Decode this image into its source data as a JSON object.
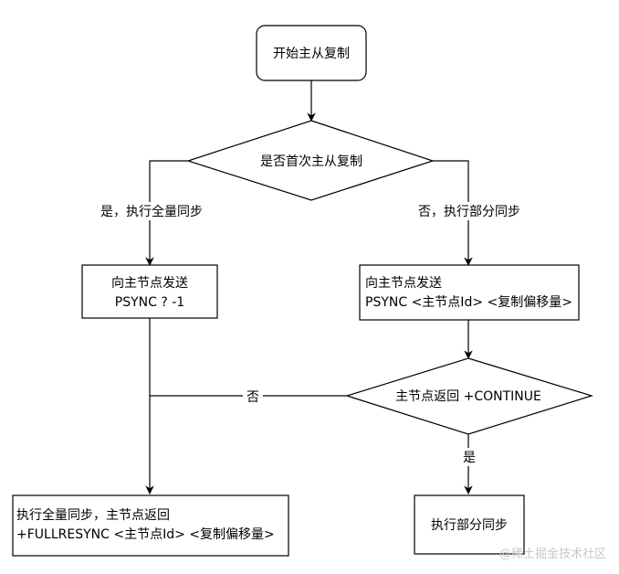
{
  "nodes": {
    "start": "开始主从复制",
    "decision_first": "是否首次主从复制",
    "send_full": [
      "向主节点发送",
      "PSYNC ? -1"
    ],
    "send_partial": [
      "向主节点发送",
      "PSYNC <主节点Id> <复制偏移量>"
    ],
    "decision_continue": "主节点返回 +CONTINUE",
    "full_sync": [
      "执行全量同步，主节点返回",
      "+FULLRESYNC <主节点Id> <复制偏移量>"
    ],
    "partial_sync": "执行部分同步"
  },
  "edges": {
    "yes_full": "是，执行全量同步",
    "no_partial": "否，执行部分同步",
    "no": "否",
    "yes": "是"
  },
  "watermark": "@稀土掘金技术社区",
  "colors": {
    "stroke": "#000000",
    "fill": "#ffffff",
    "watermark": "#c8c8c8"
  }
}
